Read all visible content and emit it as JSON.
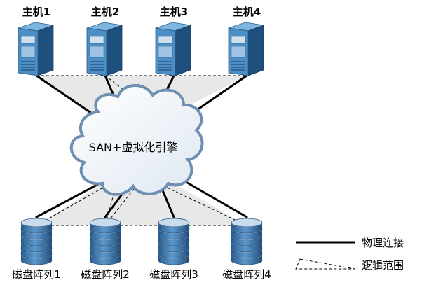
{
  "hosts": [
    {
      "label": "主机1"
    },
    {
      "label": "主机2"
    },
    {
      "label": "主机3"
    },
    {
      "label": "主机4"
    }
  ],
  "storage": [
    {
      "label": "磁盘阵列1"
    },
    {
      "label": "磁盘阵列2"
    },
    {
      "label": "磁盘阵列3"
    },
    {
      "label": "磁盘阵列4"
    }
  ],
  "cloud": {
    "label": "SAN+虚拟化引擎"
  },
  "legend": {
    "physical": "物理连接",
    "logical": "逻辑范围"
  },
  "colors": {
    "server_front": "#4d8fc4",
    "server_side": "#1f4f7c",
    "server_top": "#7fb6e0",
    "disk_body": "#3f78ad",
    "disk_top": "#c9dced",
    "cloud_fill": "#ffffff",
    "cloud_edge": "#6d8fb3",
    "zone_fill": "#e6e6e6",
    "line": "#000000"
  }
}
